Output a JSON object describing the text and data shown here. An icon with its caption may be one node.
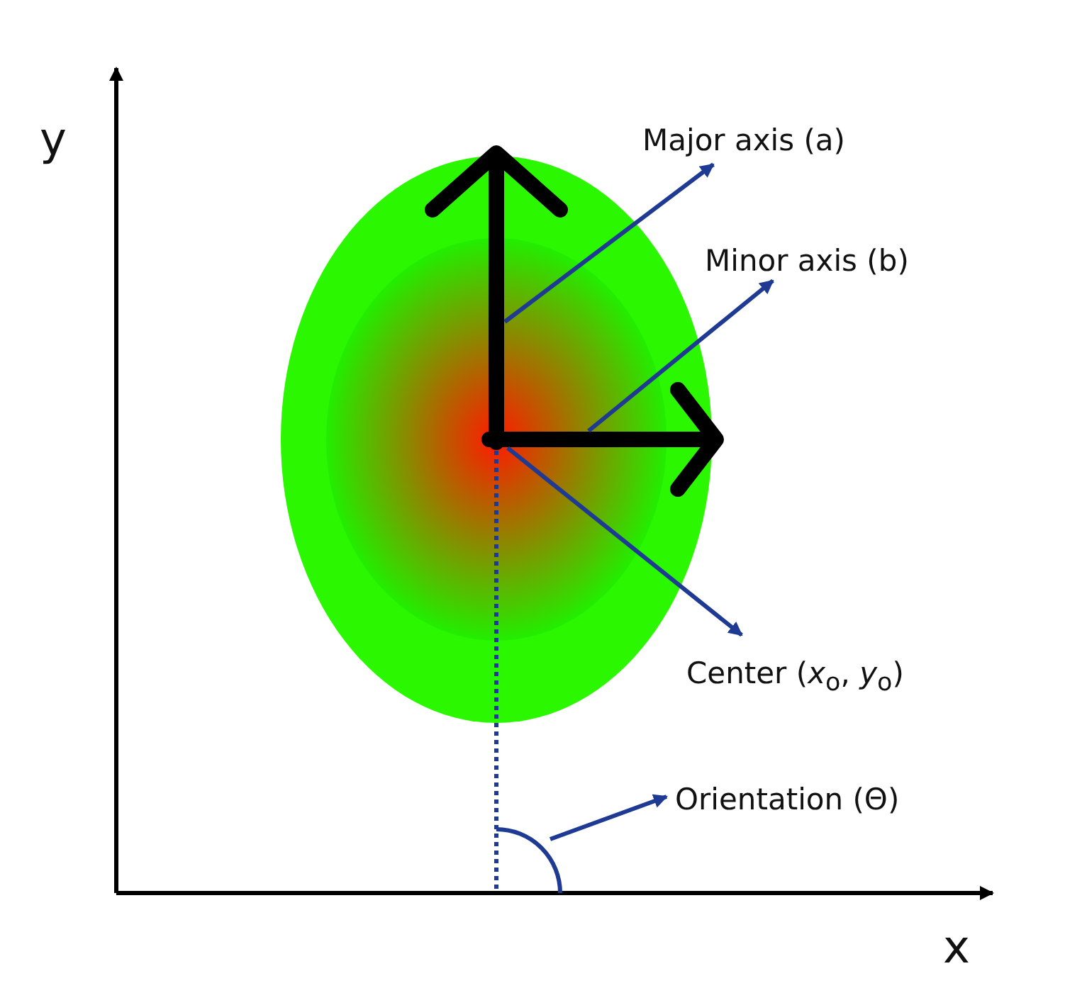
{
  "diagram": {
    "nodes": [
      {
        "text": [],
        "shape": "arrow"
      },
      {
        "text": [
          "Major axis (a)"
        ]
      },
      {
        "text": [
          "Minor axis (b)"
        ]
      },
      {
        "text": [],
        "shape": "arrow"
      },
      {
        "text": [
          "Center (*x*$_{o}$, *y*$_{o}$)"
        ]
      },
      {
        "text": [
          "Orientation (Θ)"
        ]
      },
      {
        "text": [],
        "shape": "arc"
      }
    ],
    "edges": [
      {
        "from": 0,
        "to": 1,
        "arrow": "to"
      },
      {
        "from": 3,
        "to": 2,
        "arrow": "to"
      },
      {
        "from": 3,
        "to": 4,
        "arrow": "to"
      },
      {
        "from": 6,
        "to": 5,
        "arrow": "to"
      }
    ],
    "labels": [
      "y",
      "x"
    ]
  }
}
